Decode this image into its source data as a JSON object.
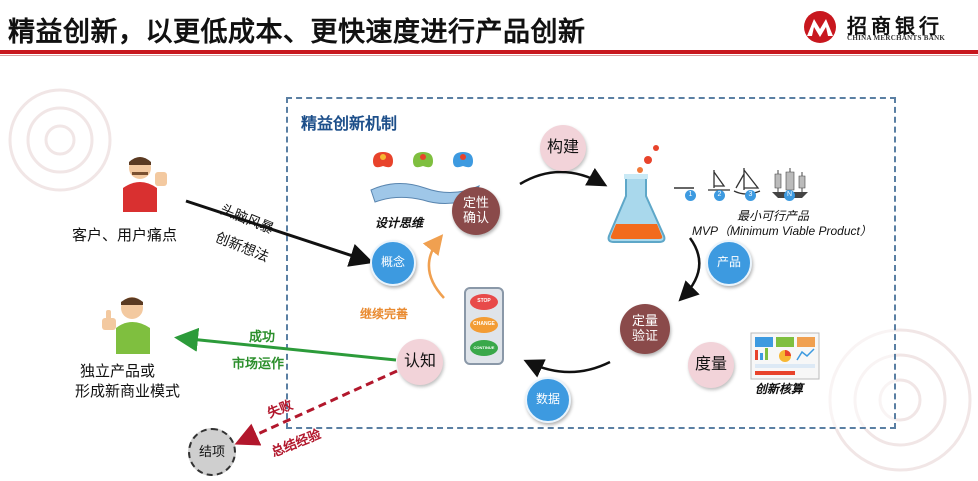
{
  "header": {
    "title": "精益创新，以更低成本、更快速度进行产品创新",
    "bank_name": "招商银行",
    "bank_name_en": "CHINA MERCHANTS BANK"
  },
  "mechanism": {
    "title": "精益创新机制",
    "nodes": {
      "build": "构建",
      "product": "产品",
      "measure": "度量",
      "data": "数据",
      "concept": "概念",
      "learn": "认知"
    },
    "qualitative_confirm": [
      "定性",
      "确认"
    ],
    "quantitative_verify": [
      "定量",
      "验证"
    ],
    "design_thinking": "设计思维",
    "mvp_cn": "最小可行产品",
    "mvp_en": "MVP（Minimum Viable Product）",
    "mvp_steps": [
      "1",
      "2",
      "3",
      "N"
    ],
    "innovation_accounting": "创新核算",
    "keep_improving": "继续完善",
    "traffic_light": [
      "STOP",
      "CHANGE",
      "CONTINUE"
    ]
  },
  "left": {
    "customer": "客户、用户痛点",
    "brainstorm": "头脑风暴",
    "ideas": "创新想法",
    "result_line1": "独立产品或",
    "result_line2": "形成新商业模式",
    "success": "成功",
    "market_ops": "市场运作",
    "fail": "失败",
    "summarize": "总结经验",
    "close": "结项"
  },
  "colors": {
    "accent_red": "#c8171e",
    "frame_blue": "#5a7fa3",
    "node_blue": "#3d9ae0",
    "success_green": "#2c8f2c",
    "fail_red": "#b2172c"
  }
}
